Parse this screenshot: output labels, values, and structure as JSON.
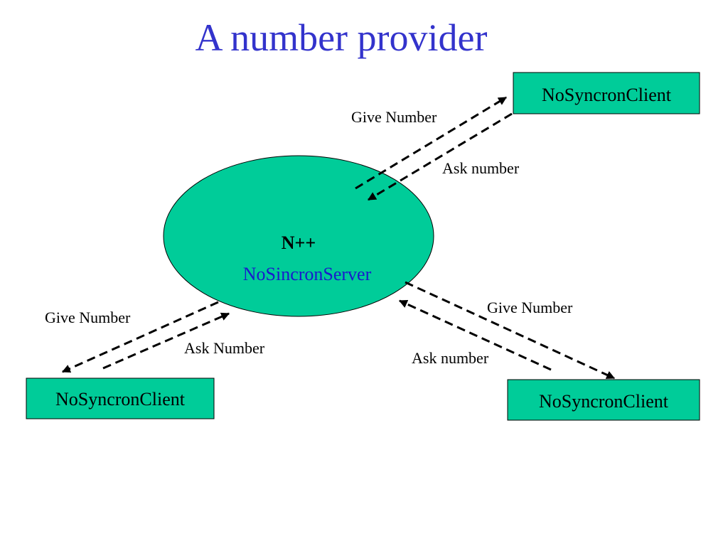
{
  "title": "A number provider",
  "colors": {
    "title": "#3333CC",
    "node_fill": "#00CC99",
    "server_label": "#1a1acc",
    "arrow": "#000000"
  },
  "server": {
    "label_line1": "N++",
    "label_line2": "NoSincronServer"
  },
  "clients": [
    {
      "label": "NoSyncronClient"
    },
    {
      "label": "NoSyncronClient"
    },
    {
      "label": "NoSyncronClient"
    }
  ],
  "edge_labels": {
    "top_give": "Give Number",
    "top_ask": "Ask number",
    "left_give": "Give Number",
    "left_ask": "Ask Number",
    "right_give": "Give Number",
    "right_ask": "Ask number"
  }
}
